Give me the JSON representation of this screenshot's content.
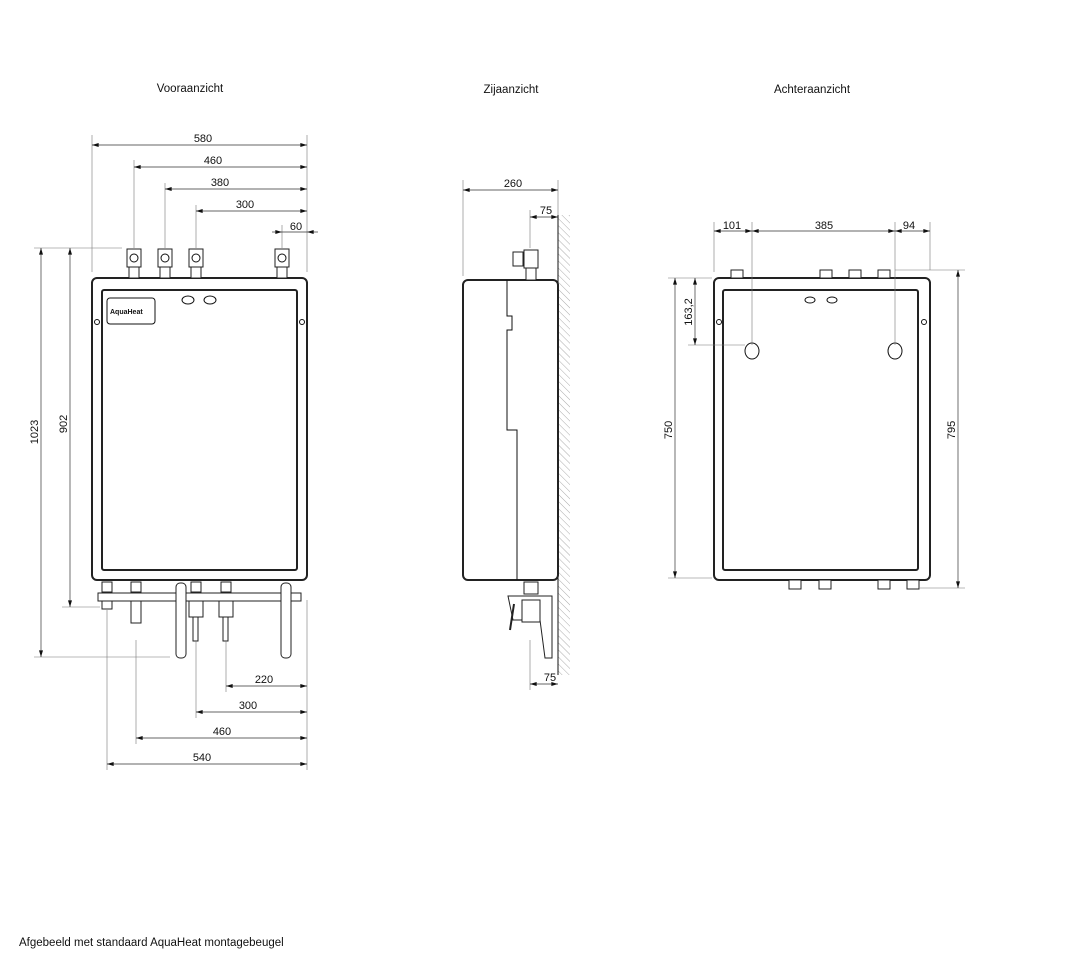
{
  "views": {
    "front": {
      "title": "Vooraanzicht",
      "logo": "AquaHeat",
      "dims_top": [
        "580",
        "460",
        "380",
        "300",
        "60"
      ],
      "dims_left": [
        "1023",
        "902"
      ],
      "dims_bottom": [
        "220",
        "300",
        "460",
        "540"
      ]
    },
    "side": {
      "title": "Zijaanzicht",
      "dims": [
        "260",
        "75",
        "75"
      ]
    },
    "back": {
      "title": "Achteraanzicht",
      "dims_top": [
        "101",
        "385",
        "94"
      ],
      "dims_left": [
        "163,2",
        "750"
      ],
      "dims_right": [
        "795"
      ]
    }
  },
  "footer": "Afgebeeld met standaard AquaHeat montagebeugel"
}
